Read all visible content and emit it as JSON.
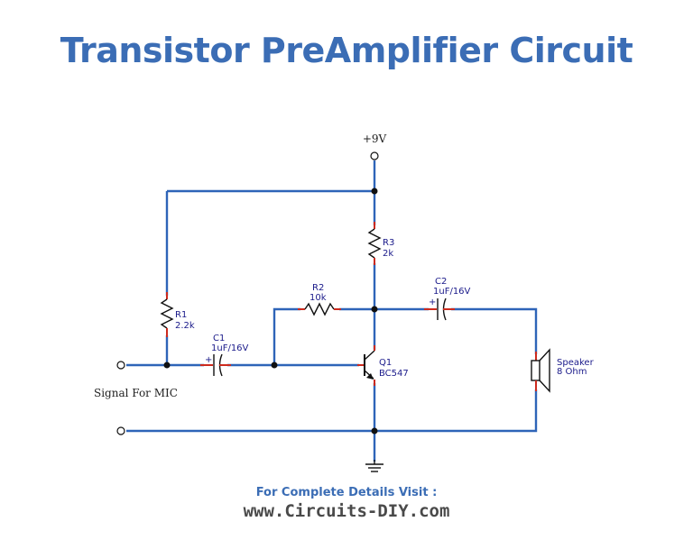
{
  "title": "Transistor PreAmplifier Circuit",
  "supply_label": "+9V",
  "input_label": "Signal For MIC",
  "components": {
    "r1": {
      "name": "R1",
      "value": "2.2k"
    },
    "r2": {
      "name": "R2",
      "value": "10k"
    },
    "r3": {
      "name": "R3",
      "value": "2k"
    },
    "c1": {
      "name": "C1",
      "value": "1uF/16V",
      "polarity": "+"
    },
    "c2": {
      "name": "C2",
      "value": "1uF/16V",
      "polarity": "+"
    },
    "q1": {
      "name": "Q1",
      "value": "BC547"
    },
    "speaker": {
      "name": "Speaker",
      "value": "8 Ohm"
    }
  },
  "footer": {
    "line1": "For Complete Details Visit :",
    "line2": "www.Circuits-DIY.com"
  },
  "colors": {
    "title": "#3b6db5",
    "wire": "#2e64b8",
    "lead": "#cc2a1e"
  }
}
